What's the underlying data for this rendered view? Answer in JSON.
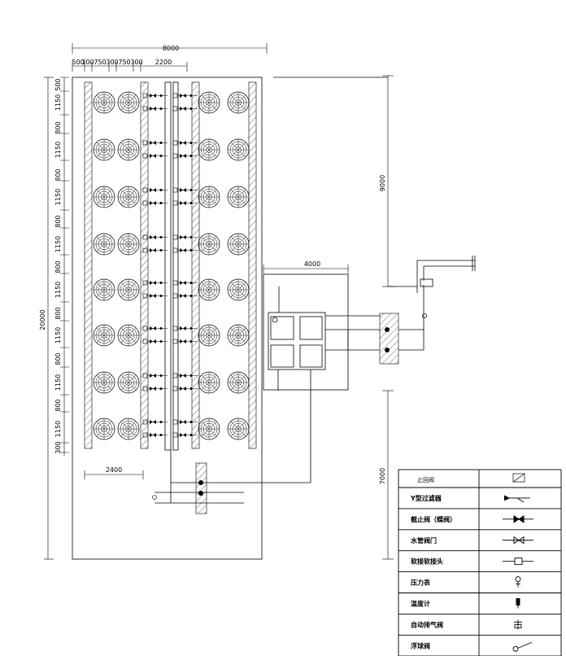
{
  "dimensions": {
    "overall_width": "8000",
    "overall_height": "20000",
    "right_upper": "9000",
    "right_lower": "7000",
    "middle_right": "4000",
    "bottom_left": "2400",
    "top_segments": [
      "500",
      "300",
      "750",
      "300",
      "750",
      "300",
      "2200"
    ],
    "left_segments": [
      "500",
      "1150",
      "800",
      "1150",
      "800",
      "1150",
      "800",
      "1150",
      "800",
      "1150",
      "800",
      "1150",
      "800",
      "1150",
      "800",
      "1150",
      "300"
    ]
  },
  "legend": {
    "header_left": "止回阀",
    "rows": [
      {
        "label": "Y型过滤器",
        "symbol": "y-strainer-icon"
      },
      {
        "label": "截止阀（蝶阀）",
        "symbol": "butterfly-valve-icon"
      },
      {
        "label": "水管阀门",
        "symbol": "water-valve-icon"
      },
      {
        "label": "软接软接头",
        "symbol": "flex-joint-icon"
      },
      {
        "label": "压力表",
        "symbol": "pressure-gauge-icon"
      },
      {
        "label": "温度计",
        "symbol": "thermometer-icon"
      },
      {
        "label": "自动排气阀",
        "symbol": "air-vent-icon"
      },
      {
        "label": "浮球阀",
        "symbol": "float-valve-icon"
      }
    ]
  },
  "colors": {
    "line": "#000000",
    "background": "#ffffff"
  }
}
